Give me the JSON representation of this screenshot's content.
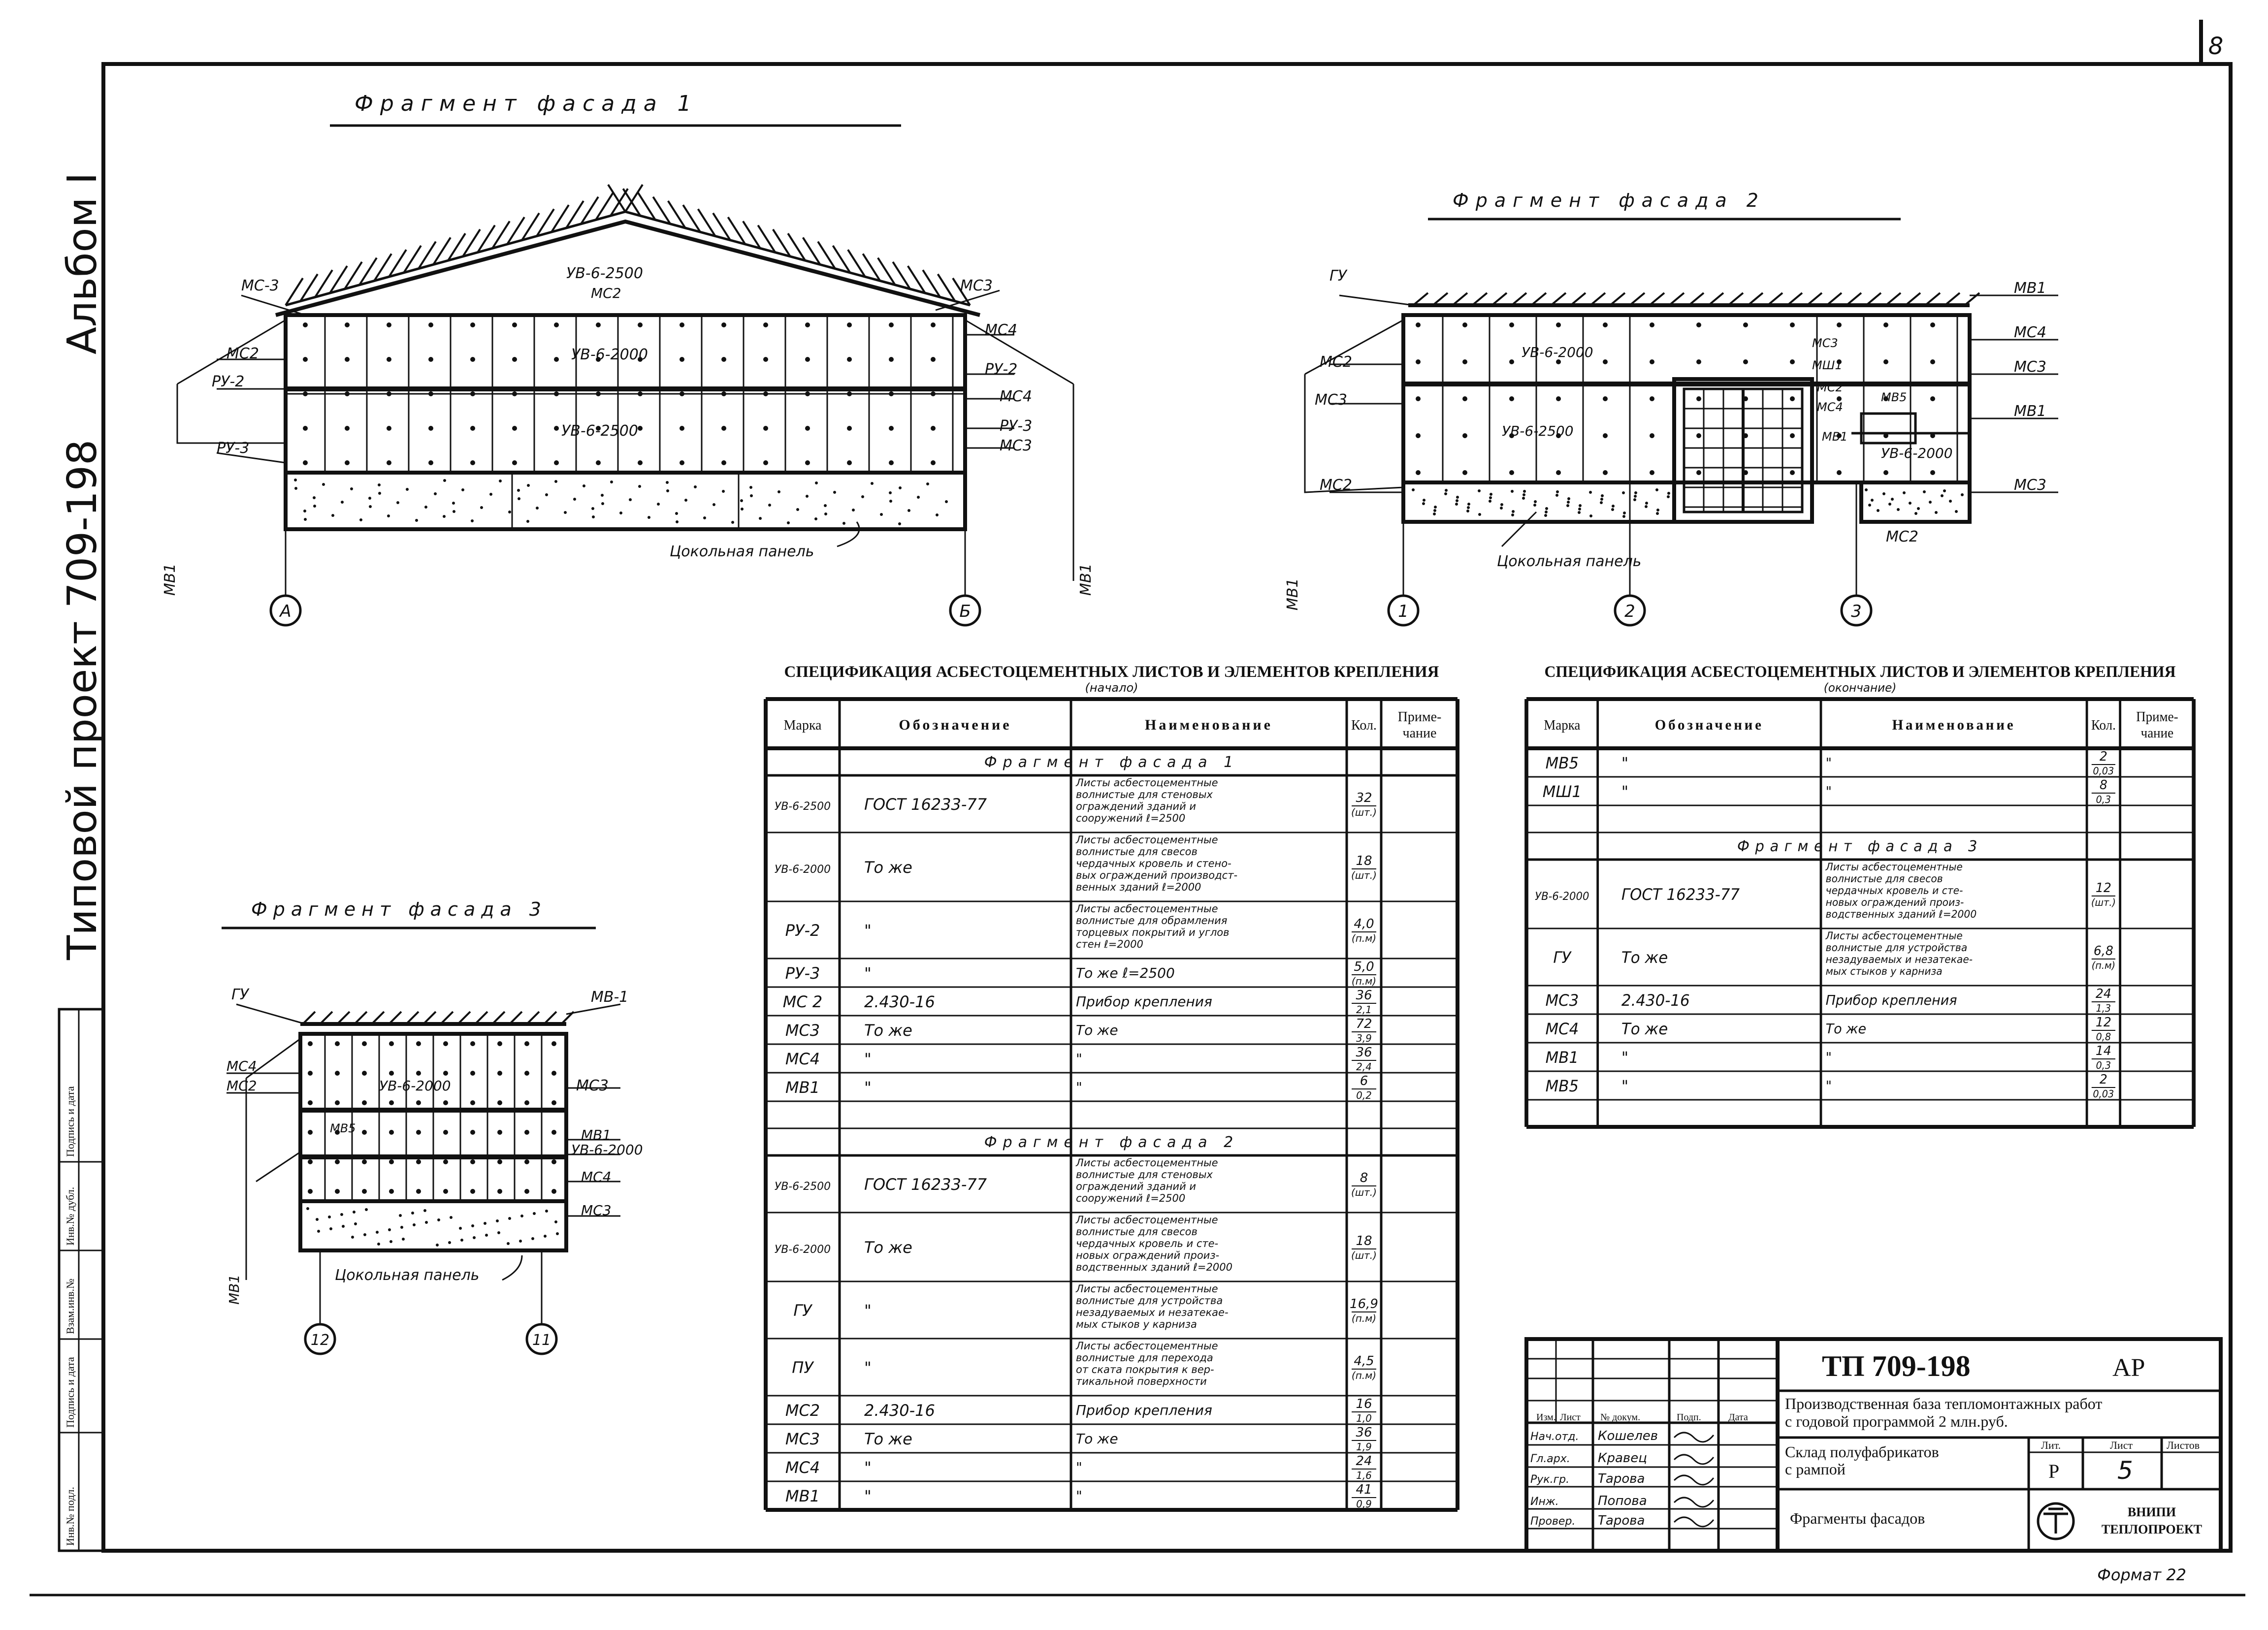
{
  "sheet": {
    "number": "8",
    "format": "Формат 22",
    "side_album": "Альбом I",
    "side_project": "Типовой проект 709-198",
    "side_stamp": [
      "Инв.№ подл.",
      "Подпись и дата",
      "Взам.инв.№",
      "Инв.№ дубл.",
      "Подпись и дата"
    ]
  },
  "fragment1": {
    "title": "Фрагмент фасада 1",
    "labels": [
      "МС-3",
      "УВ-6-2500",
      "МС2",
      "МС3",
      "МС4",
      "МС2",
      "РУ-2",
      "УВ-6-2000",
      "РУ-2",
      "МС4",
      "РУ-3",
      "УВ-6-2500",
      "РУ-3",
      "МС3",
      "МВ1",
      "МВ1"
    ],
    "plinth": "Цокольная панель",
    "axes": [
      "А",
      "Б"
    ]
  },
  "fragment2": {
    "title": "Фрагмент фасада 2",
    "labels": [
      "ГУ",
      "МВ1",
      "МС2",
      "МС4",
      "УВ-6-2000",
      "МС3",
      "МС3",
      "МШ1",
      "МС2",
      "МС4",
      "МВ5",
      "МВ1",
      "МВ1",
      "УВ-6-2500",
      "УВ-6-2000",
      "МС3",
      "МС3",
      "МС2",
      "МВ1",
      "МС2"
    ],
    "plinth": "Цокольная панель",
    "axes": [
      "1",
      "2",
      "3"
    ]
  },
  "fragment3": {
    "title": "Фрагмент фасада 3",
    "labels": [
      "ГУ",
      "МВ-1",
      "МС4",
      "МС2",
      "УВ-6-2000",
      "МС3",
      "МВ5",
      "МВ1",
      "УВ-6-2000",
      "МС4",
      "МС3",
      "МВ1"
    ],
    "plinth": "Цокольная панель",
    "axes": [
      "12",
      "11"
    ]
  },
  "spec1": {
    "title": "СПЕЦИФИКАЦИЯ АСБЕСТОЦЕМЕНТНЫХ ЛИСТОВ И ЭЛЕМЕНТОВ КРЕПЛЕНИЯ",
    "subtitle": "(начало)",
    "headers": [
      "Марка",
      "Обозначение",
      "Наименование",
      "Кол.",
      "Приме-чание"
    ],
    "sections": [
      {
        "title": "Фрагмент фасада 1",
        "rows": [
          {
            "mark": "УВ-6-2500",
            "designation": "ГОСТ 16233-77",
            "name": [
              "Листы асбестоцементные",
              "волнистые для стеновых",
              "ограждений зданий и",
              "сооружений ℓ=2500"
            ],
            "qty": [
              "32",
              "(шт.)"
            ]
          },
          {
            "mark": "УВ-6-2000",
            "designation": "То же",
            "name": [
              "Листы асбестоцементные",
              "волнистые для свесов",
              "чердачных кровель и стено-",
              "вых ограждений производст-",
              "венных зданий ℓ=2000"
            ],
            "qty": [
              "18",
              "(шт.)"
            ]
          },
          {
            "mark": "РУ-2",
            "designation": "\"",
            "name": [
              "Листы асбестоцементные",
              "волнистые для обрамления",
              "торцевых покрытий и углов",
              "стен ℓ=2000"
            ],
            "qty": [
              "4,0",
              "(п.м)"
            ]
          },
          {
            "mark": "РУ-3",
            "designation": "\"",
            "name": [
              "То же ℓ=2500"
            ],
            "qty": [
              "5,0",
              "(п.м)"
            ]
          },
          {
            "mark": "МС 2",
            "designation": "2.430-16",
            "name": [
              "Прибор крепления"
            ],
            "qty": [
              "36",
              "2,1"
            ]
          },
          {
            "mark": "МС3",
            "designation": "То же",
            "name": [
              "То же"
            ],
            "qty": [
              "72",
              "3,9"
            ]
          },
          {
            "mark": "МС4",
            "designation": "\"",
            "name": [
              "\""
            ],
            "qty": [
              "36",
              "2,4"
            ]
          },
          {
            "mark": "МВ1",
            "designation": "\"",
            "name": [
              "\""
            ],
            "qty": [
              "6",
              "0,2"
            ]
          }
        ]
      },
      {
        "title": "Фрагмент фасада 2",
        "rows": [
          {
            "mark": "УВ-6-2500",
            "designation": "ГОСТ 16233-77",
            "name": [
              "Листы асбестоцементные",
              "волнистые для стеновых",
              "ограждений зданий и",
              "сооружений ℓ=2500"
            ],
            "qty": [
              "8",
              "(шт.)"
            ]
          },
          {
            "mark": "УВ-6-2000",
            "designation": "То же",
            "name": [
              "Листы асбестоцементные",
              "волнистые для свесов",
              "чердачных кровель и сте-",
              "новых ограждений произ-",
              "водственных зданий ℓ=2000"
            ],
            "qty": [
              "18",
              "(шт.)"
            ]
          },
          {
            "mark": "ГУ",
            "designation": "\"",
            "name": [
              "Листы асбестоцементные",
              "волнистые для устройства",
              "незадуваемых и незатекае-",
              "мых стыков у карниза"
            ],
            "qty": [
              "16,9",
              "(п.м)"
            ]
          },
          {
            "mark": "ПУ",
            "designation": "\"",
            "name": [
              "Листы асбестоцементные",
              "волнистые для перехода",
              "от ската покрытия к вер-",
              "тикальной поверхности"
            ],
            "qty": [
              "4,5",
              "(п.м)"
            ]
          },
          {
            "mark": "МС2",
            "designation": "2.430-16",
            "name": [
              "Прибор крепления"
            ],
            "qty": [
              "16",
              "1,0"
            ]
          },
          {
            "mark": "МС3",
            "designation": "То же",
            "name": [
              "То же"
            ],
            "qty": [
              "36",
              "1,9"
            ]
          },
          {
            "mark": "МС4",
            "designation": "\"",
            "name": [
              "\""
            ],
            "qty": [
              "24",
              "1,6"
            ]
          },
          {
            "mark": "МВ1",
            "designation": "\"",
            "name": [
              "\""
            ],
            "qty": [
              "41",
              "0,9"
            ]
          }
        ]
      }
    ]
  },
  "spec2": {
    "title": "СПЕЦИФИКАЦИЯ АСБЕСТОЦЕМЕНТНЫХ ЛИСТОВ И ЭЛЕМЕНТОВ КРЕПЛЕНИЯ",
    "subtitle": "(окончание)",
    "headers": [
      "Марка",
      "Обозначение",
      "Наименование",
      "Кол.",
      "Приме-чание"
    ],
    "top_rows": [
      {
        "mark": "МВ5",
        "designation": "\"",
        "name": [
          "\""
        ],
        "qty": [
          "2",
          "0,03"
        ]
      },
      {
        "mark": "МШ1",
        "designation": "\"",
        "name": [
          "\""
        ],
        "qty": [
          "8",
          "0,3"
        ]
      }
    ],
    "section_title": "Фрагмент фасада 3",
    "rows": [
      {
        "mark": "УВ-6-2000",
        "designation": "ГОСТ 16233-77",
        "name": [
          "Листы асбестоцементные",
          "волнистые для свесов",
          "чердачных кровель и сте-",
          "новых ограждений произ-",
          "водственных зданий ℓ=2000"
        ],
        "qty": [
          "12",
          "(шт.)"
        ]
      },
      {
        "mark": "ГУ",
        "designation": "То же",
        "name": [
          "Листы асбестоцементные",
          "волнистые для устройства",
          "незадуваемых и незатекае-",
          "мых стыков у карниза"
        ],
        "qty": [
          "6,8",
          "(п.м)"
        ]
      },
      {
        "mark": "МС3",
        "designation": "2.430-16",
        "name": [
          "Прибор крепления"
        ],
        "qty": [
          "24",
          "1,3"
        ]
      },
      {
        "mark": "МС4",
        "designation": "То же",
        "name": [
          "То же"
        ],
        "qty": [
          "12",
          "0,8"
        ]
      },
      {
        "mark": "МВ1",
        "designation": "\"",
        "name": [
          "\""
        ],
        "qty": [
          "14",
          "0,3"
        ]
      },
      {
        "mark": "МВ5",
        "designation": "\"",
        "name": [
          "\""
        ],
        "qty": [
          "2",
          "0,03"
        ]
      }
    ]
  },
  "titleblock": {
    "code": "ТП 709-198",
    "stage_mark": "АР",
    "project_name": [
      "Производственная база тепломонтажных работ",
      "с годовой программой 2 млн.руб."
    ],
    "object_name": [
      "Склад полуфабрикатов",
      "с рампой"
    ],
    "sheet_name": "Фрагменты фасадов",
    "col_headers": [
      "Изм.",
      "Лист",
      "№ докум.",
      "Подп.",
      "Дата"
    ],
    "people": [
      {
        "role": "Нач.отд.",
        "name": "Кошелев"
      },
      {
        "role": "Гл.арх.",
        "name": "Кравец"
      },
      {
        "role": "Рук.гр.",
        "name": "Тарова"
      },
      {
        "role": "Инж.",
        "name": "Попова"
      },
      {
        "role": "Провер.",
        "name": "Тарова"
      }
    ],
    "lit_header": "Лит.",
    "sheet_header": "Лист",
    "sheets_header": "Листов",
    "lit": "Р",
    "sheet_no": "5",
    "org": [
      "ВНИПИ",
      "ТЕПЛОПРОЕКТ"
    ]
  }
}
